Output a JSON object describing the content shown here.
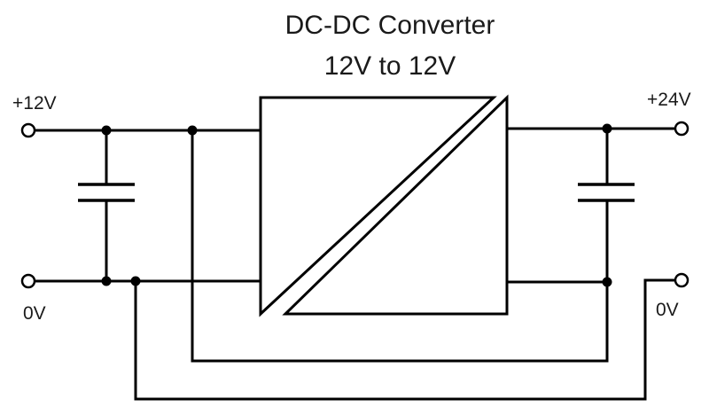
{
  "title": {
    "line1": "DC-DC Converter",
    "line2": "12V to 12V"
  },
  "terminals": {
    "input_positive": "+12V",
    "input_ground": "0V",
    "output_positive": "+24V",
    "output_ground": "0V"
  }
}
